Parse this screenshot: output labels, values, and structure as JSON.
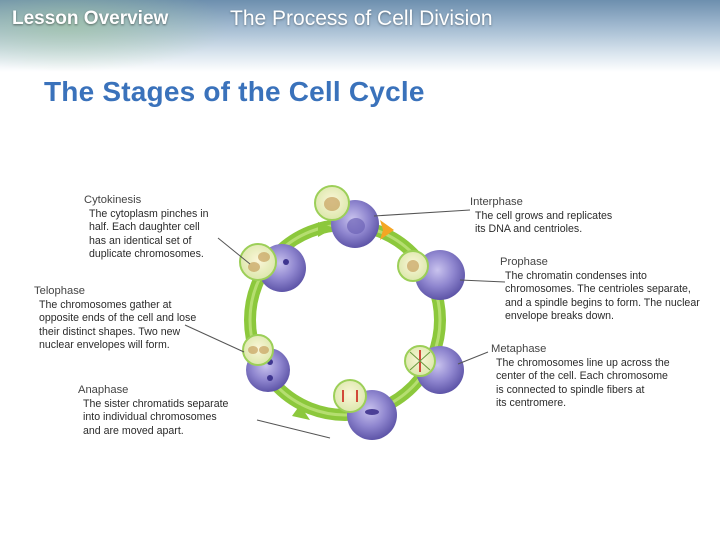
{
  "header": {
    "left": "Lesson Overview",
    "right": "The Process of Cell Division"
  },
  "title": "The Stages of the Cell Cycle",
  "colors": {
    "arrow_green": "#8cc83c",
    "cell_purple": "#7d73c2",
    "interphase_arrow": "#f4a623",
    "title_blue": "#3a72bb"
  },
  "stages": {
    "cytokinesis": {
      "name": "Cytokinesis",
      "lines": [
        "The cytoplasm pinches in",
        "half. Each daughter cell",
        "has an identical set of",
        "duplicate chromosomes."
      ]
    },
    "interphase": {
      "name": "Interphase",
      "lines": [
        "The cell grows and replicates",
        "its DNA and centrioles."
      ]
    },
    "prophase": {
      "name": "Prophase",
      "lines": [
        "The chromatin condenses into",
        "chromosomes. The centrioles separate,",
        "and a spindle begins to form. The nuclear",
        "envelope breaks down."
      ]
    },
    "telophase": {
      "name": "Telophase",
      "lines": [
        "The chromosomes gather at",
        "opposite ends of the cell and lose",
        "their distinct shapes. Two new",
        "nuclear envelopes will form."
      ]
    },
    "metaphase": {
      "name": "Metaphase",
      "lines": [
        "The chromosomes line up across the",
        "center of the cell. Each chromosome",
        "is connected to spindle fibers at",
        "its centromere."
      ]
    },
    "anaphase": {
      "name": "Anaphase",
      "lines": [
        "The sister chromatids separate",
        "into individual chromosomes",
        "and are moved apart."
      ]
    }
  }
}
